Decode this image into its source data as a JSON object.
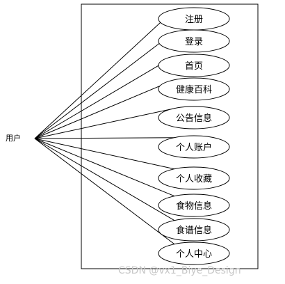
{
  "actor": {
    "label": "用户"
  },
  "use_cases": [
    {
      "label": "注册"
    },
    {
      "label": "登录"
    },
    {
      "label": "首页"
    },
    {
      "label": "健康百科"
    },
    {
      "label": "公告信息"
    },
    {
      "label": "个人账户"
    },
    {
      "label": "个人收藏"
    },
    {
      "label": "食物信息"
    },
    {
      "label": "食谱信息"
    },
    {
      "label": "个人中心"
    }
  ],
  "watermark": "CSDN @vx1_Biye_Design"
}
